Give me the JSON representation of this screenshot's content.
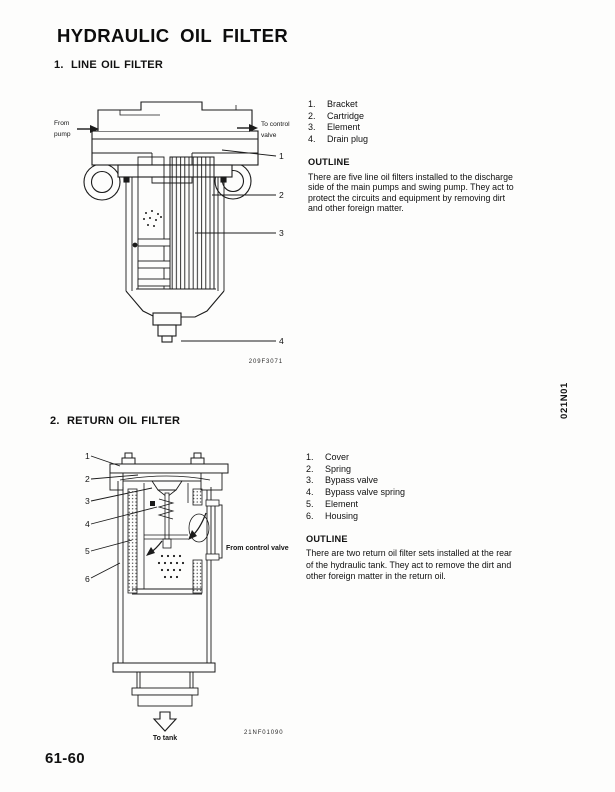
{
  "page": {
    "title": "HYDRAULIC OIL FILTER",
    "page_number": "61-60",
    "side_code": "021N01"
  },
  "section1": {
    "number": "1.",
    "heading": "LINE OIL FILTER",
    "figure": {
      "from_label_1": "From",
      "from_label_2": "pump",
      "to_label_1": "To control",
      "to_label_2": "valve",
      "callout_1": "1",
      "callout_2": "2",
      "callout_3": "3",
      "callout_4": "4",
      "code": "209F3071"
    },
    "parts": [
      {
        "num": "1.",
        "label": "Bracket"
      },
      {
        "num": "2.",
        "label": "Cartridge"
      },
      {
        "num": "3.",
        "label": "Element"
      },
      {
        "num": "4.",
        "label": "Drain plug"
      }
    ],
    "outline_heading": "OUTLINE",
    "outline_lines": [
      "There are five line oil filters installed to the discharge",
      "side of the main pumps and swing pump. They act to",
      "protect the circuits and equipment by removing dirt",
      "and other foreign matter."
    ]
  },
  "section2": {
    "number": "2.",
    "heading": "RETURN OIL FILTER",
    "figure": {
      "from_control_valve": "From control valve",
      "to_tank": "To tank",
      "callout_1": "1",
      "callout_2": "2",
      "callout_3": "3",
      "callout_4": "4",
      "callout_5": "5",
      "callout_6": "6",
      "code": "21NF01090"
    },
    "parts": [
      {
        "num": "1.",
        "label": "Cover"
      },
      {
        "num": "2.",
        "label": "Spring"
      },
      {
        "num": "3.",
        "label": "Bypass valve"
      },
      {
        "num": "4.",
        "label": "Bypass valve spring"
      },
      {
        "num": "5.",
        "label": "Element"
      },
      {
        "num": "6.",
        "label": "Housing"
      }
    ],
    "outline_heading": "OUTLINE",
    "outline_lines": [
      "There are two return oil filter sets installed at the rear",
      "of the hydraulic tank. They act to remove the dirt and",
      "other foreign matter in the return oil."
    ]
  }
}
